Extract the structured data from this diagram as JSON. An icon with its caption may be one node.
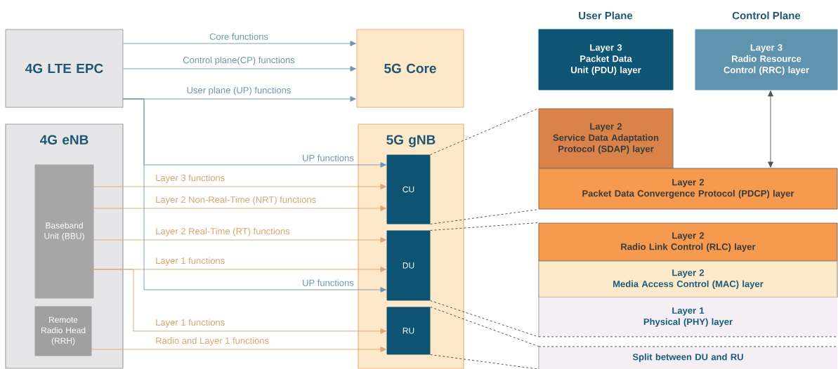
{
  "diagram": {
    "nodes": [
      {
        "text": [
          "4G LTE EPC"
        ]
      },
      {
        "text": [
          "5G Core"
        ]
      },
      {
        "text": [
          "4G eNB"
        ]
      },
      {
        "text": [
          "Baseband Unit (BBU)"
        ],
        "in": 2
      },
      {
        "text": [
          "Remote Radio Head (RRH)"
        ],
        "in": 2
      },
      {
        "text": [
          "5G gNB"
        ]
      },
      {
        "text": [
          "CU"
        ],
        "in": 5
      },
      {
        "text": [
          "DU"
        ],
        "in": 5
      },
      {
        "text": [
          "RU"
        ],
        "in": 5
      },
      {
        "text": [
          "Layer 3",
          "Packet Data Unit (PDU) layer"
        ]
      },
      {
        "text": [
          "Layer 3",
          "Radio Resource Control (RRC) layer"
        ]
      },
      {
        "text": [
          "Layer 2",
          "Service Data Adaptation Protocol (SDAP) layer"
        ]
      },
      {
        "text": [
          "Layer 2",
          "Packet Data Convergence Protocol (PDCP) layer"
        ]
      },
      {
        "text": [
          "Layer 2",
          "Radio Link Control (RLC) layer"
        ]
      },
      {
        "text": [
          "Layer 2",
          "Media Access Control (MAC) layer"
        ]
      },
      {
        "text": [
          "Layer 1",
          "Physical (PHY) layer"
        ]
      },
      {
        "text": [
          "Split between DU and RU"
        ]
      }
    ],
    "edges": [
      {
        "from": 0,
        "to": 1,
        "arrow": "to",
        "label": "Core functions",
        "color": "#6f96ad"
      },
      {
        "from": 0,
        "to": 1,
        "arrow": "to",
        "label": "Control plane(CP) functions",
        "color": "#6f96ad"
      },
      {
        "from": 0,
        "to": 1,
        "arrow": "to",
        "label": "User plane (UP) functions",
        "color": "#6f96ad"
      },
      {
        "from": 0,
        "to": 6,
        "arrow": "to",
        "label": "UP functions",
        "color": "#6f96ad"
      },
      {
        "from": 3,
        "to": 6,
        "arrow": "to",
        "label": "Layer 3 functions",
        "color": "#d9a574"
      },
      {
        "from": 3,
        "to": 6,
        "arrow": "to",
        "label": "Layer 2 Non-Real-Time (NRT) functions",
        "color": "#d9a574"
      },
      {
        "from": 3,
        "to": 7,
        "arrow": "to",
        "label": "Layer 2 Real-Time (RT) functions",
        "color": "#d9a574"
      },
      {
        "from": 3,
        "to": 7,
        "arrow": "to",
        "label": "Layer 1 functions",
        "color": "#d9a574"
      },
      {
        "from": 0,
        "to": 7,
        "arrow": "to",
        "label": "UP functions",
        "color": "#6f96ad"
      },
      {
        "from": 3,
        "to": 8,
        "arrow": "to",
        "label": "Layer 1 functions",
        "color": "#d9a574"
      },
      {
        "from": 4,
        "to": 8,
        "arrow": "to",
        "label": "Radio and Layer 1 functions",
        "color": "#d9a574"
      },
      {
        "from": 10,
        "to": 12,
        "arrow": "both",
        "color": "#555555"
      },
      {
        "from": 6,
        "to": 11,
        "arrow": "none",
        "style": "dashed",
        "color": "#444444"
      },
      {
        "from": 6,
        "to": 12,
        "arrow": "none",
        "style": "dashed",
        "color": "#444444"
      },
      {
        "from": 7,
        "to": 13,
        "arrow": "none",
        "style": "dashed",
        "color": "#444444"
      },
      {
        "from": 7,
        "to": 15,
        "arrow": "none",
        "style": "dashed",
        "color": "#444444"
      },
      {
        "from": 8,
        "to": 16,
        "arrow": "none",
        "style": "dashed",
        "color": "#444444"
      },
      {
        "from": 8,
        "to": 16,
        "arrow": "none",
        "style": "dashed",
        "color": "#444444"
      }
    ],
    "labels": [
      "User Plane",
      "Control Plane"
    ]
  }
}
